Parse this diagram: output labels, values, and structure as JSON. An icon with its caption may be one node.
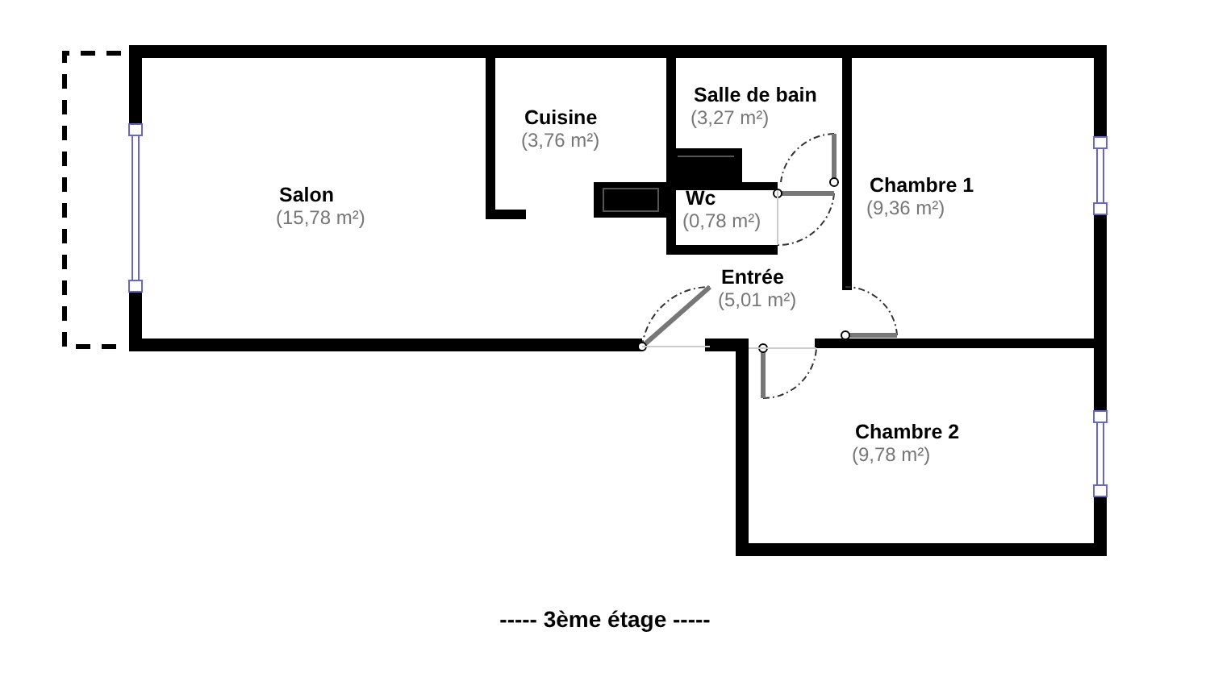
{
  "diagram": {
    "caption": "----- 3ème étage -----",
    "nodes": [
      {
        "text": [
          "Salon",
          "(15,78 m²)"
        ]
      },
      {
        "text": [
          "Cuisine",
          "(3,76 m²)"
        ]
      },
      {
        "text": [
          "Salle de bain",
          "(3,27 m²)"
        ]
      },
      {
        "text": [
          "Wc",
          "(0,78 m²)"
        ]
      },
      {
        "text": [
          "Entrée",
          "(5,01 m²)"
        ]
      },
      {
        "text": [
          "Chambre 1",
          "(9,36 m²)"
        ]
      },
      {
        "text": [
          "Chambre 2",
          "(9,78 m²)"
        ]
      }
    ]
  }
}
